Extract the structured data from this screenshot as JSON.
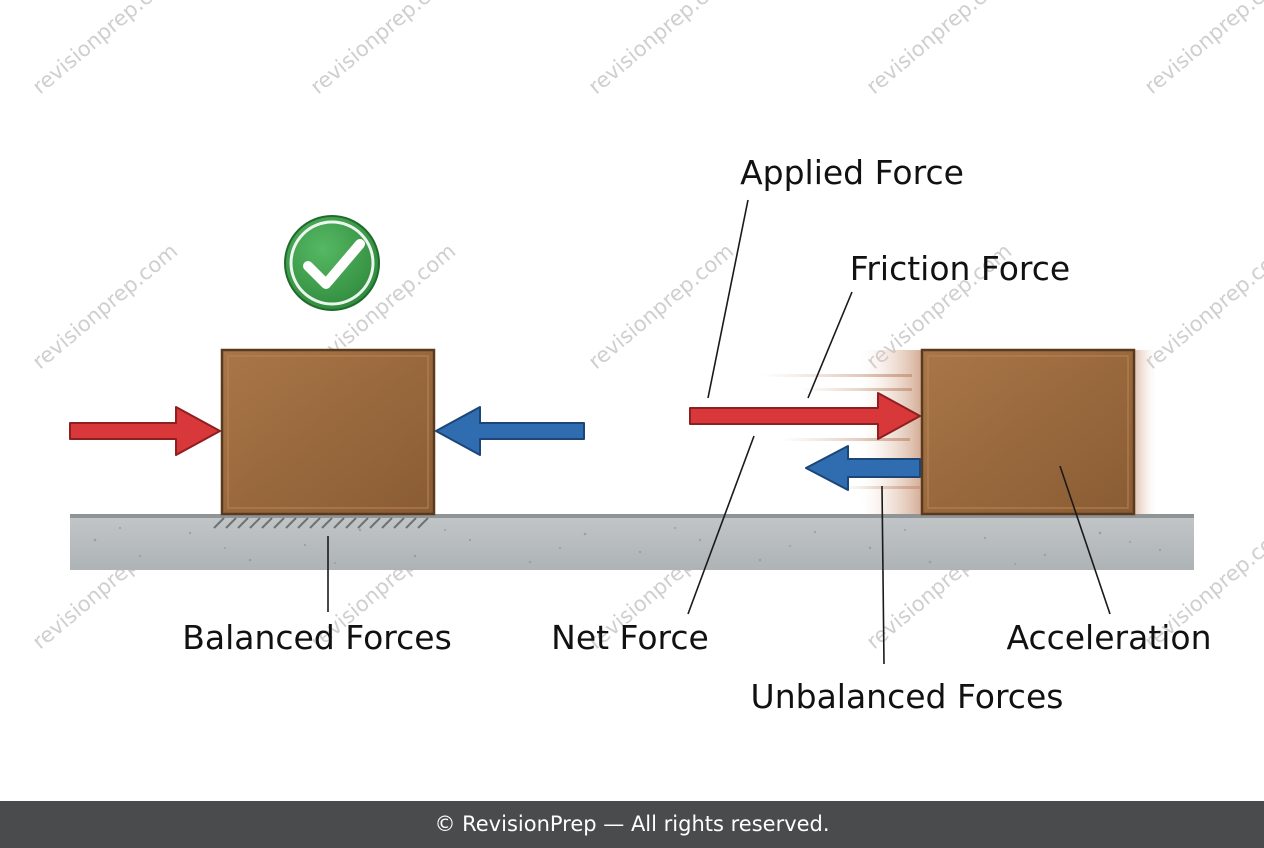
{
  "labels": {
    "balanced_forces": "Balanced Forces",
    "applied_force": "Applied Force",
    "friction_force": "Friction Force",
    "net_force": "Net Force",
    "unbalanced_forces": "Unbalanced Forces",
    "acceleration": "Acceleration"
  },
  "watermark": "revisionprep.com",
  "footer": "© RevisionPrep — All rights reserved.",
  "icons": [
    "check-circle-icon"
  ],
  "colors": {
    "push_right_arrow": "#d8383a",
    "push_left_arrow": "#2f6db0",
    "box": "#9a6a3e",
    "ground": "#b8bcbe",
    "check_badge": "#3fa34d",
    "footer_bg": "#4a4b4d"
  }
}
